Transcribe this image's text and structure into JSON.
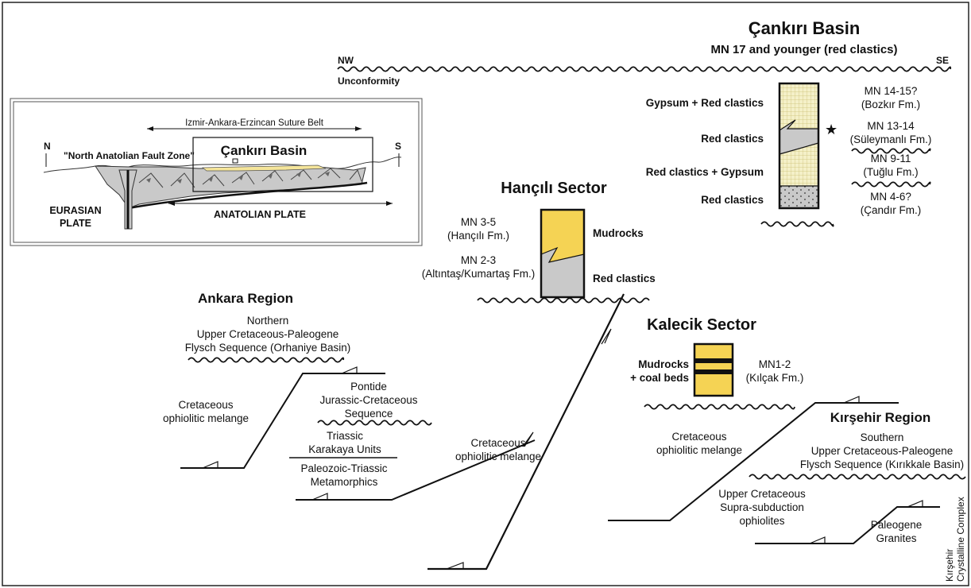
{
  "canban": {
    "title": "Çankırı Basin",
    "subtitle": "MN 17 and younger (red clastics)",
    "nw": "NW",
    "se": "SE",
    "unconformity": "Unconformity",
    "left_labels": [
      "Gypsum + Red clastics",
      "Red clastics",
      "Red clastics + Gypsum",
      "Red clastics"
    ],
    "right_labels": [
      {
        "mn": "MN 14-15?",
        "fm": "(Bozkır Fm.)"
      },
      {
        "mn": "MN 13-14",
        "fm": "(Süleymanlı Fm.)"
      },
      {
        "mn": "MN 9-11",
        "fm": "(Tuğlu Fm.)"
      },
      {
        "mn": "MN 4-6?",
        "fm": "(Çandır Fm.)"
      }
    ]
  },
  "inset": {
    "suture": "Izmir-Ankara-Erzincan Suture Belt",
    "naf": "\"North Anatolian Fault Zone\"",
    "basin": "Çankırı Basin",
    "n": "N",
    "s": "S",
    "eurasian": [
      "EURASIAN",
      "PLATE"
    ],
    "anatolian": "ANATOLIAN PLATE"
  },
  "hancili": {
    "title": "Hançılı Sector",
    "mn_top": "MN 3-5",
    "fm_top": "(Hançılı Fm.)",
    "mn_bot": "MN 2-3",
    "fm_bot": "(Altıntaş/Kumartaş Fm.)",
    "lith_top": "Mudrocks",
    "lith_bot": "Red clastics"
  },
  "ankara": {
    "title": "Ankara Region",
    "flysch": [
      "Northern",
      "Upper Cretaceous-Paleogene",
      "Flysch Sequence (Orhaniye Basin)"
    ],
    "melange": [
      "Cretaceous",
      "ophiolitic melange"
    ],
    "pontide": [
      "Pontide",
      "Jurassic-Cretaceous",
      "Sequence"
    ],
    "triassic": [
      "Triassic",
      "Karakaya Units"
    ],
    "paleozoic": [
      "Paleozoic-Triassic",
      "Metamorphics"
    ]
  },
  "central": {
    "melange": [
      "Cretaceous",
      "ophiolitic melange"
    ]
  },
  "kalecik": {
    "title": "Kalecik Sector",
    "lith": [
      "Mudrocks",
      "+ coal beds"
    ],
    "mn": "MN1-2",
    "fm": "(Kılçak Fm.)"
  },
  "kirsehir": {
    "title": "Kırşehir Region",
    "melange": [
      "Cretaceous",
      "ophiolitic melange"
    ],
    "flysch": [
      "Southern",
      "Upper Cretaceous-Paleogene",
      "Flysch Sequence (Kırıkkale Basin)"
    ],
    "ophiolites": [
      "Upper Cretaceous",
      "Supra-subduction",
      "ophiolites"
    ],
    "granites": [
      "Paleogene",
      "Granites"
    ],
    "complex": [
      "Kırşehir",
      "Crystalline Complex"
    ]
  },
  "colors": {
    "yellow": "#f5d354",
    "gray": "#c9c9c9",
    "stipple_bg": "#f4f0c8",
    "grid": "#cbbf72"
  }
}
